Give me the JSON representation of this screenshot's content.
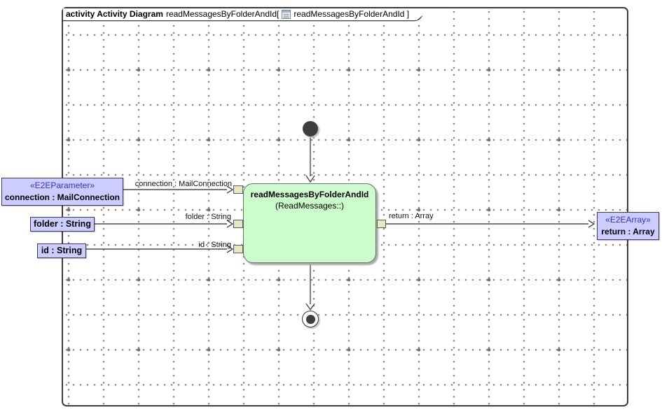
{
  "frame": {
    "title_keyword": "activity Activity Diagram",
    "title_name": "readMessagesByFolderAndId[",
    "title_context": "readMessagesByFolderAndId ]"
  },
  "activity": {
    "name": "readMessagesByFolderAndId",
    "namespace": "(ReadMessages::)"
  },
  "params": {
    "connection": {
      "stereotype": "«E2EParameter»",
      "label": "connection : MailConnection"
    },
    "folder": {
      "label": "folder : String"
    },
    "id": {
      "label": "id : String"
    },
    "return": {
      "stereotype": "«E2EArray»",
      "label": "return : Array"
    }
  },
  "edge_labels": {
    "connection": "connection : MailConnection",
    "folder": "folder : String",
    "id": "id : String",
    "return": "return : Array"
  },
  "icons": {
    "frame_title": "activity-diagram-icon"
  },
  "colors": {
    "frame_border": "#3c3c3c",
    "grid_dot": "#8a8a8a",
    "grid_plus": "#707070",
    "activity_fill": "#ccfbcc",
    "activity_border": "#6e6e6e",
    "param_fill": "#ccccff",
    "param_border": "#3a3a5c",
    "stereotype_text": "#3333cc",
    "pin_fill": "#e7e7c6",
    "pin_border": "#5a5a5a",
    "edge": "#4a4a4a",
    "node_dark": "#3e3e3e"
  }
}
